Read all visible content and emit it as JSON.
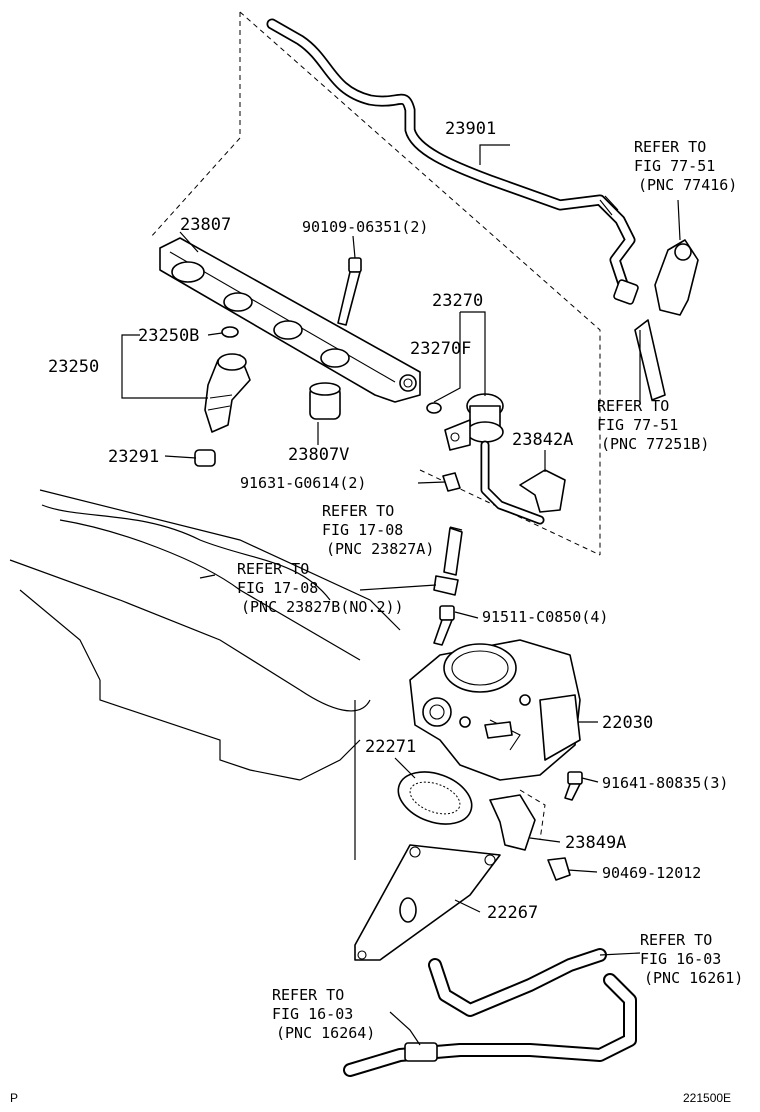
{
  "labels": {
    "p23901": "23901",
    "p23807": "23807",
    "p90109": "90109-06351(2)",
    "p23270": "23270",
    "p23270f": "23270F",
    "p23250b": "23250B",
    "p23250": "23250",
    "p23291": "23291",
    "p23807v": "23807V",
    "p23842a": "23842A",
    "p91631": "91631-G0614(2)",
    "p91511": "91511-C0850(4)",
    "p22030": "22030",
    "p22271": "22271",
    "p91641": "91641-80835(3)",
    "p23849a": "23849A",
    "p90469": "90469-12012",
    "p22267": "22267"
  },
  "refs": {
    "r77416": {
      "l1": "REFER TO",
      "l2": "FIG 77-51",
      "l3": "(PNC 77416)"
    },
    "r77251": {
      "l1": "REFER TO",
      "l2": "FIG 77-51",
      "l3": "(PNC 77251B)"
    },
    "r23827a": {
      "l1": "REFER TO",
      "l2": "FIG 17-08",
      "l3": "(PNC 23827A)"
    },
    "r23827b": {
      "l1": "REFER TO",
      "l2": "FIG 17-08",
      "l3": "(PNC 23827B(NO.2))"
    },
    "r16261": {
      "l1": "REFER TO",
      "l2": "FIG 16-03",
      "l3": "(PNC 16261)"
    },
    "r16264": {
      "l1": "REFER TO",
      "l2": "FIG 16-03",
      "l3": "(PNC 16264)"
    }
  },
  "footer": {
    "left": "P",
    "code": "221500E"
  }
}
